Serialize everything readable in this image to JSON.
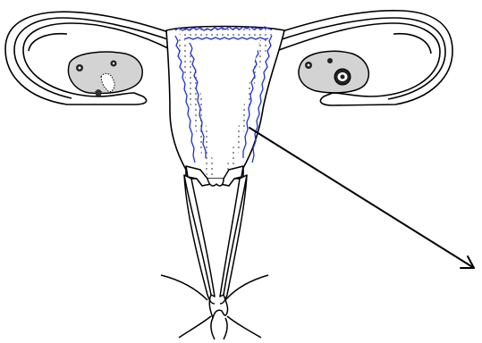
{
  "diagram": {
    "subject": "uterus-anatomy-cross-section",
    "colors": {
      "background": "#ffffff",
      "outline": "#000000",
      "organ_fill": "#ffffff",
      "ovary_fill": "#d3d3d3",
      "endometrium_line": "#1f2fd6",
      "endometrium_dots": "#9a9a9a"
    },
    "parts": [
      "left-fallopian-tube",
      "right-fallopian-tube",
      "left-ovary",
      "right-ovary",
      "uterus-body",
      "uterine-cavity",
      "endometrium-lining",
      "cervix",
      "vagina",
      "pointer-arrow"
    ],
    "labels": []
  }
}
